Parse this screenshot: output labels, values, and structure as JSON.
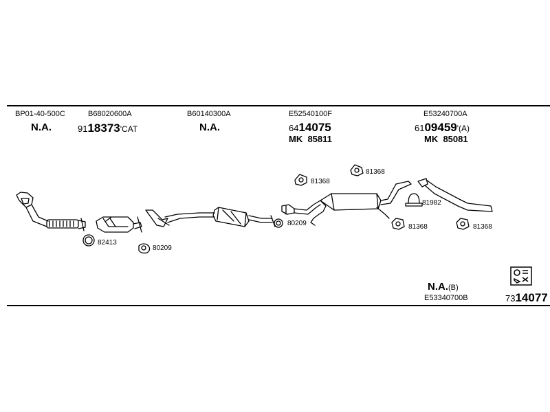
{
  "columns": [
    {
      "code": "BP01-40-500C",
      "value_na": "N.A."
    },
    {
      "code": "B68020600A",
      "prefix": "91",
      "number": "18373",
      "suffix": "'CAT"
    },
    {
      "code": "B60140300A",
      "value_na": "N.A."
    },
    {
      "code": "E52540100F",
      "prefix": "64",
      "number": "14075",
      "mk_label": "MK",
      "mk_number": "85811"
    },
    {
      "code": "E53240700A",
      "prefix": "61",
      "number": "09459",
      "suffix": "'(A)",
      "mk_label": "MK",
      "mk_number": "85081"
    }
  ],
  "part_labels": {
    "p82413": "82413",
    "p80209a": "80209",
    "p80209b": "80209",
    "p81368a": "81368",
    "p81368b": "81368",
    "p81368c": "81368",
    "p81368d": "81368",
    "p81982": "81982"
  },
  "bottom": {
    "na": "N.A.",
    "na_suffix": "(B)",
    "code": "E53340700B",
    "kit_prefix": "73",
    "kit_number": "14077"
  },
  "icons": {
    "kit": "mounting-kit-icon"
  }
}
